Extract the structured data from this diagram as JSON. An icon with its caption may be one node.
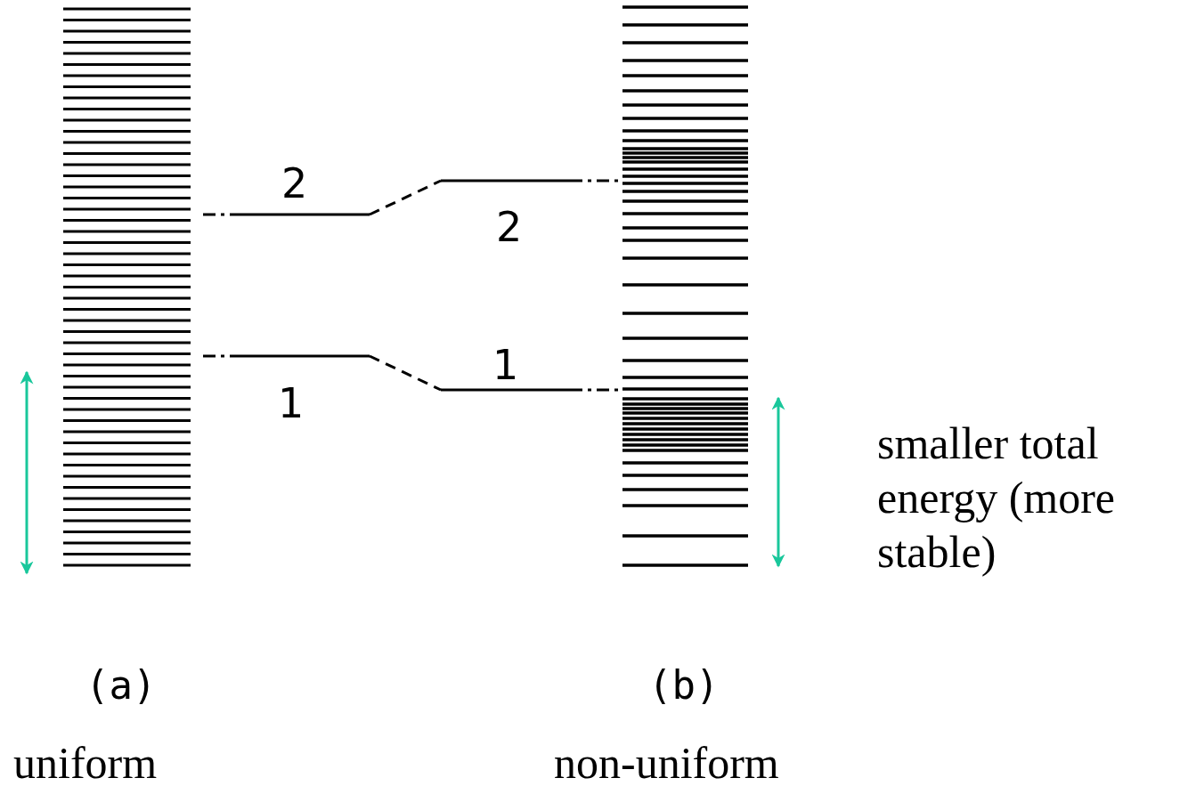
{
  "diagram": {
    "labels": [
      "2",
      "2",
      "1",
      "1",
      "smaller total energy (more stable)",
      "(a)",
      "(b)",
      "uniform",
      "non-uniform"
    ]
  }
}
